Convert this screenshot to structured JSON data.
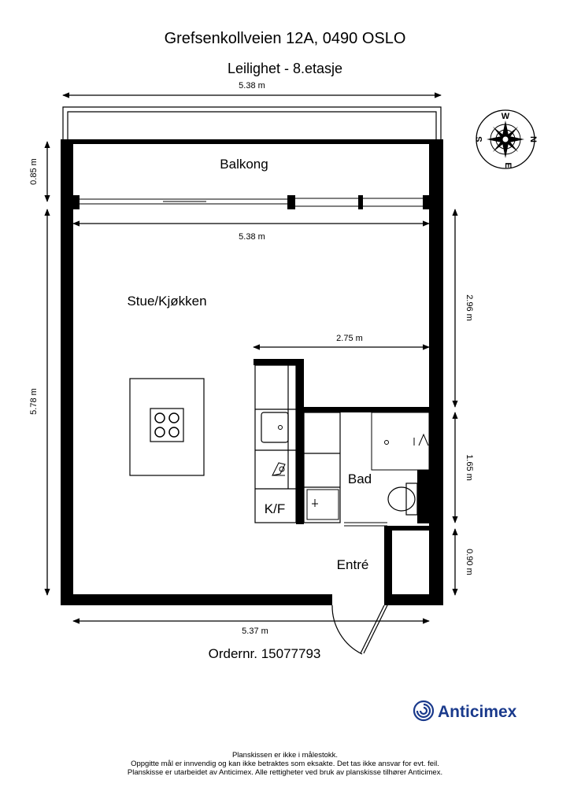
{
  "header": {
    "address": "Grefsenkollveien 12A, 0490 OSLO",
    "floor": "Leilighet  - 8.etasje"
  },
  "dimensions": {
    "top_width": "5.38 m",
    "balcony_depth": "0.85 m",
    "inner_width": "5.38 m",
    "living_depth": "5.78 m",
    "right_upper": "2.96 m",
    "kitchen_width": "2.75 m",
    "bath_depth": "1.65 m",
    "entry_depth": "0.90 m",
    "bottom_width": "5.37 m"
  },
  "rooms": {
    "balcony": "Balkong",
    "living": "Stue/Kjøkken",
    "bath": "Bad",
    "fridge": "K/F",
    "entry": "Entré"
  },
  "compass": {
    "n": "N",
    "s": "S",
    "e": "E",
    "w": "W"
  },
  "order": "Ordernr. 15077793",
  "brand": {
    "name": "Anticimex",
    "color": "#1a3a8c"
  },
  "footer": {
    "line1": "Planskissen er ikke i målestokk.",
    "line2": "Oppgitte mål er innvendig og kan ikke betraktes som eksakte. Det tas ikke ansvar for evt. feil.",
    "line3": "Planskisse er utarbeidet av Anticimex. Alle rettigheter ved bruk av planskisse tilhører Anticimex."
  }
}
